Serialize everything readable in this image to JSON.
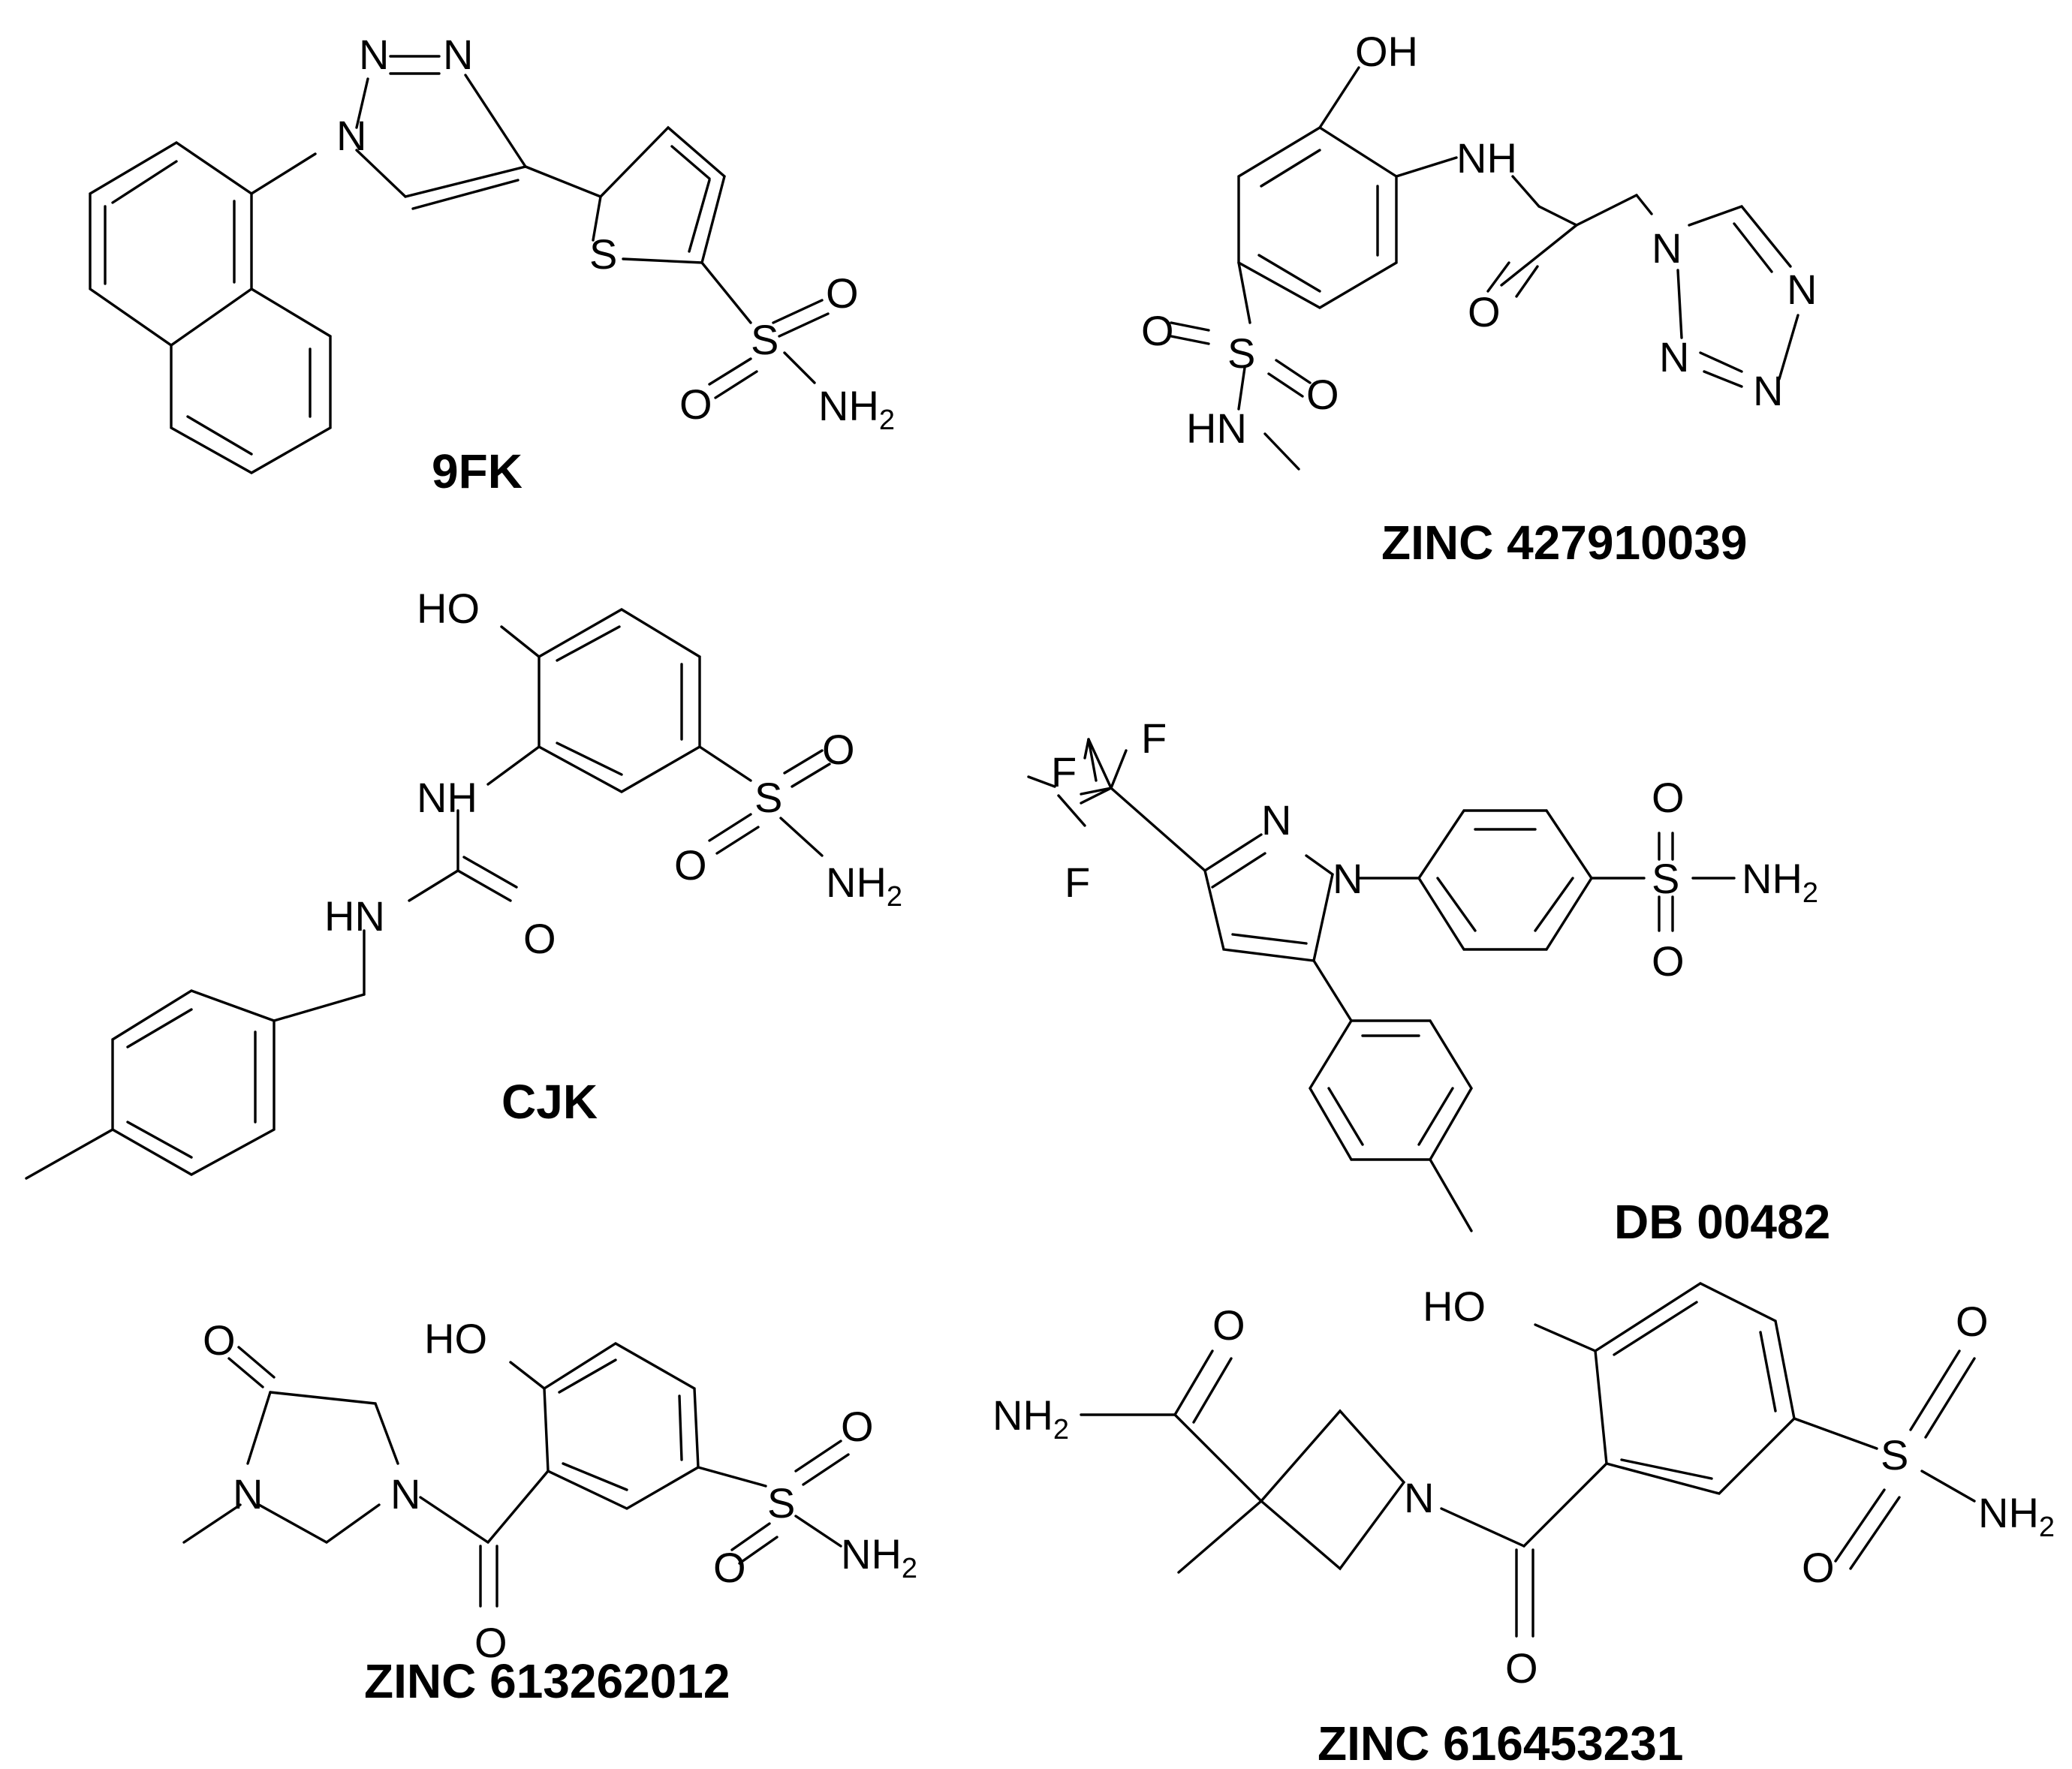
{
  "molecules": [
    {
      "label": "9FK",
      "atoms": {
        "n1": "N",
        "n2": "N",
        "n3": "N",
        "s_ring": "S",
        "s": "S",
        "o1": "O",
        "o2": "O",
        "nh2": "NH",
        "nh2_sub": "2"
      }
    },
    {
      "label": "ZINC 427910039",
      "atoms": {
        "oh": "OH",
        "nh": "NH",
        "o_amide": "O",
        "n_t1": "N",
        "n_t2": "N",
        "n_t3": "N",
        "n_t4": "N",
        "s": "S",
        "o1": "O",
        "o2": "O",
        "hn": "HN"
      }
    },
    {
      "label": "CJK",
      "atoms": {
        "ho": "HO",
        "nh": "NH",
        "hn": "HN",
        "o_urea": "O",
        "s": "S",
        "o1": "O",
        "o2": "O",
        "nh2": "NH",
        "nh2_sub": "2"
      }
    },
    {
      "label": "DB 00482",
      "atoms": {
        "f1": "F",
        "f2": "F",
        "f3": "F",
        "n1": "N",
        "n2": "N",
        "s": "S",
        "o1": "O",
        "o2": "O",
        "nh2": "NH",
        "nh2_sub": "2"
      }
    },
    {
      "label": "ZINC 613262012",
      "atoms": {
        "o_ring": "O",
        "n1": "N",
        "n2": "N",
        "ho": "HO",
        "o_c": "O",
        "s": "S",
        "o1": "O",
        "o2": "O",
        "nh2": "NH",
        "nh2_sub": "2"
      }
    },
    {
      "label": "ZINC 616453231",
      "atoms": {
        "o_amide": "O",
        "nh2a": "NH",
        "nh2a_sub": "2",
        "n": "N",
        "ho": "HO",
        "o_c": "O",
        "s": "S",
        "o1": "O",
        "o2": "O",
        "nh2": "NH",
        "nh2_sub": "2"
      }
    }
  ]
}
